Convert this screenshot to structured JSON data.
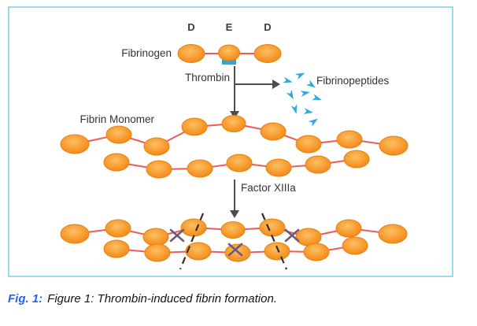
{
  "labels": {
    "d_left": "D",
    "e_center": "E",
    "d_right": "D",
    "fibrinogen": "Fibrinogen",
    "thrombin": "Thrombin",
    "fibrinopeptides": "Fibrinopeptides",
    "fibrin_monomer": "Fibrin Monomer",
    "factor_xiiia": "Factor XIIIa"
  },
  "caption": {
    "prefix": "Fig. 1:",
    "text": "Figure 1: Thrombin-induced fibrin formation."
  },
  "colors": {
    "panel-border": "#9ADCEE",
    "ellipse-orange": "#F7941E",
    "connector": "#EF5B5B",
    "peptide-blue": "#2BA8DF",
    "arrow": "#4D4D4D",
    "crosslink": "#6B5B7B",
    "caption-accent": "#2563EB"
  }
}
